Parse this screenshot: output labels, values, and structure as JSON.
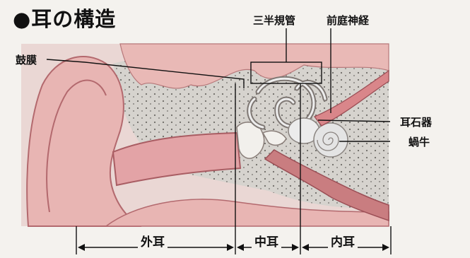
{
  "title": "●耳の構造",
  "labels": {
    "semicircular_canals": "三半規管",
    "vestibular_nerve": "前庭神経",
    "eardrum": "鼓膜",
    "otolith": "耳石器",
    "cochlea": "蝸牛"
  },
  "regions": {
    "outer_ear": "外耳",
    "middle_ear": "中耳",
    "inner_ear": "内耳"
  },
  "colors": {
    "skin": "#e8b5b3",
    "skin_dark": "#c97d80",
    "bone": "#d9d5cf",
    "canal_pink": "#d98b8f",
    "inner_ear_grey": "#e6e6e6",
    "line": "#111111"
  }
}
